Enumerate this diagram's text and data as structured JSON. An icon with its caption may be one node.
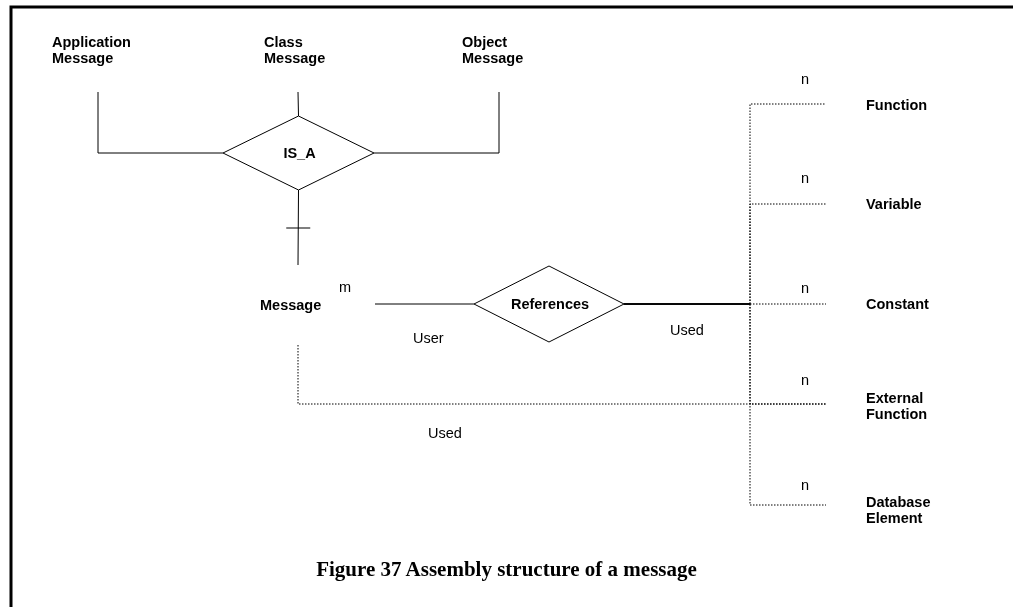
{
  "diagram": {
    "caption": "Figure 37 Assembly structure of a message",
    "nodes": [
      {
        "text": [
          "Application Message"
        ]
      },
      {
        "text": [
          "Class Message"
        ]
      },
      {
        "text": [
          "Object Message"
        ]
      },
      {
        "text": [
          "IS_A"
        ]
      },
      {
        "text": [
          "Message"
        ]
      },
      {
        "text": [
          "References"
        ]
      },
      {
        "text": [
          "Function"
        ]
      },
      {
        "text": [
          "Variable"
        ]
      },
      {
        "text": [
          "Constant"
        ]
      },
      {
        "text": [
          "External Function"
        ]
      },
      {
        "text": [
          "Database Element"
        ]
      }
    ],
    "edges": [
      {
        "from": 0,
        "to": 3,
        "arrow": "none"
      },
      {
        "from": 1,
        "to": 3,
        "arrow": "none"
      },
      {
        "from": 2,
        "to": 3,
        "arrow": "none"
      },
      {
        "from": 3,
        "to": 4,
        "arrow": "other"
      },
      {
        "from": 4,
        "to": 5,
        "arrow": "none"
      },
      {
        "from": 5,
        "to": 6,
        "arrow": "none",
        "style": "dashed"
      },
      {
        "from": 5,
        "to": 7,
        "arrow": "none",
        "style": "dashed"
      },
      {
        "from": 5,
        "to": 8,
        "arrow": "none",
        "style": "dashed"
      },
      {
        "from": 5,
        "to": 9,
        "arrow": "none",
        "style": "dashed"
      },
      {
        "from": 5,
        "to": 10,
        "arrow": "none",
        "style": "dashed"
      },
      {
        "from": 4,
        "to": 9,
        "arrow": "none",
        "style": "dashed"
      }
    ],
    "labels": [
      "n",
      "n",
      "m",
      "n",
      "User",
      "Used",
      "n",
      "Used",
      "n"
    ]
  }
}
